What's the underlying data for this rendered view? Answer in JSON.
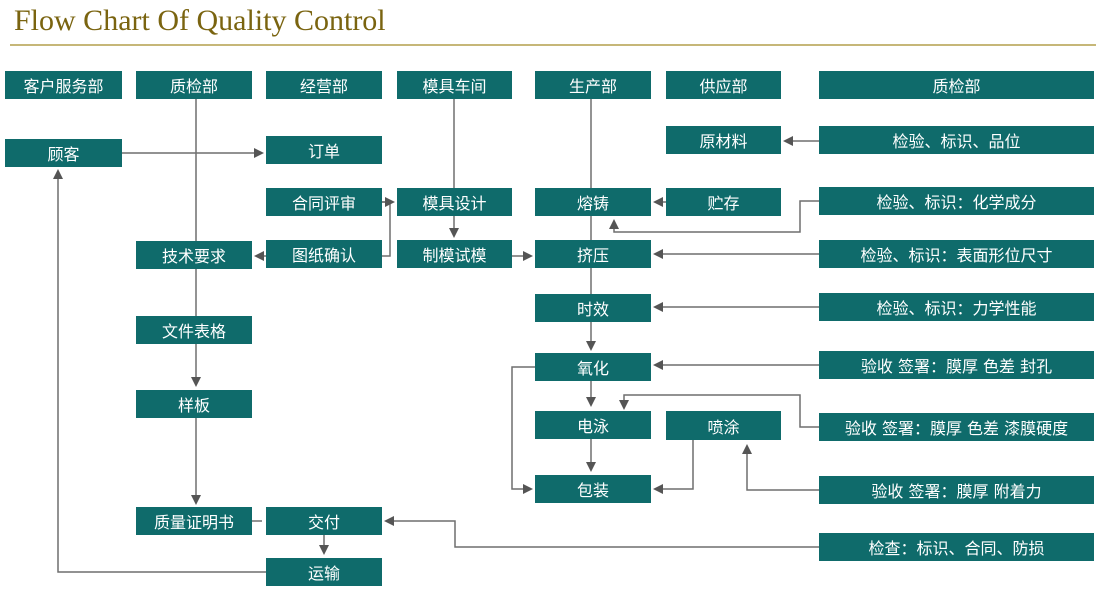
{
  "title": "Flow Chart Of Quality Control",
  "departments": {
    "customer_service": "客户服务部",
    "qc_left": "质检部",
    "business": "经营部",
    "mold_workshop": "模具车间",
    "production": "生产部",
    "supply": "供应部",
    "qc_right": "质检部"
  },
  "nodes": {
    "customer": "顾客",
    "order": "订单",
    "raw_material": "原材料",
    "contract_review": "合同评审",
    "mold_design": "模具设计",
    "casting": "熔铸",
    "storage": "贮存",
    "tech_requirements": "技术要求",
    "drawing_confirm": "图纸确认",
    "mold_trial": "制模试模",
    "extrusion": "挤压",
    "aging": "时效",
    "document_forms": "文件表格",
    "oxidation": "氧化",
    "electrophoresis": "电泳",
    "spray_coating": "喷涂",
    "sample": "样板",
    "packaging": "包装",
    "quality_certificate": "质量证明书",
    "delivery": "交付",
    "transport": "运输"
  },
  "inspections": {
    "raw_material_check": "检验、标识、品位",
    "chemical_check": "检验、标识：化学成分",
    "surface_check": "检验、标识：表面形位尺寸",
    "mechanical_check": "检验、标识：力学性能",
    "oxidation_accept": "验收 签署：膜厚 色差 封孔",
    "electro_accept": "验收 签署：膜厚 色差 漆膜硬度",
    "spray_accept": "验收 签署：膜厚 附着力",
    "delivery_check": "检查：标识、合同、防损"
  }
}
